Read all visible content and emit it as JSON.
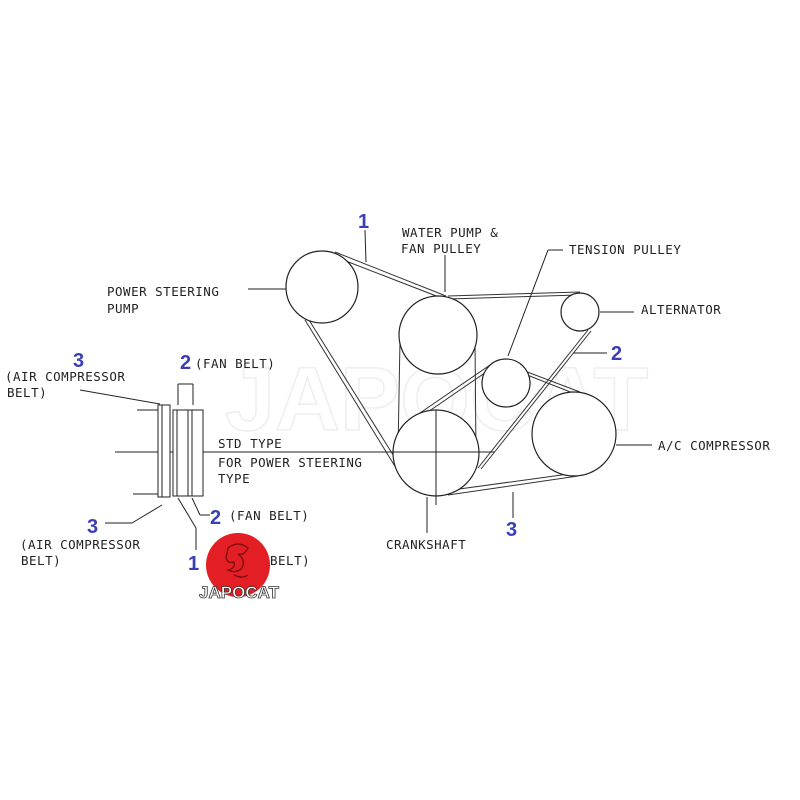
{
  "labels": {
    "power_steering_1": "POWER STEERING",
    "power_steering_2": "PUMP",
    "water_pump_1": "WATER PUMP &",
    "water_pump_2": "FAN PULLEY",
    "tension_pulley": "TENSION PULLEY",
    "alternator": "ALTERNATOR",
    "ac_compressor": "A/C COMPRESSOR",
    "crankshaft": "CRANKSHAFT",
    "std_type": "STD TYPE",
    "ps_type_1": "FOR POWER STEERING",
    "ps_type_2": "TYPE",
    "air_comp_top_1": "(AIR COMPRESSOR",
    "air_comp_top_2": "BELT)",
    "air_comp_bot_1": "(AIR COMPRESSOR",
    "air_comp_bot_2": "BELT)",
    "fan_belt_top": "(FAN BELT)",
    "fan_belt_mid": "(FAN BELT)",
    "fan_belt_bot": "BELT)"
  },
  "callouts": {
    "belt1_main": "1",
    "belt2_main": "2",
    "belt3_main": "3",
    "side_3_top": "3",
    "side_2_top": "2",
    "side_2_mid": "2",
    "side_3_bot": "3",
    "side_1_bot": "1"
  },
  "watermark": "JAPOCAT",
  "logo": {
    "text": "JAPOCAT",
    "color": "#e31e24"
  }
}
